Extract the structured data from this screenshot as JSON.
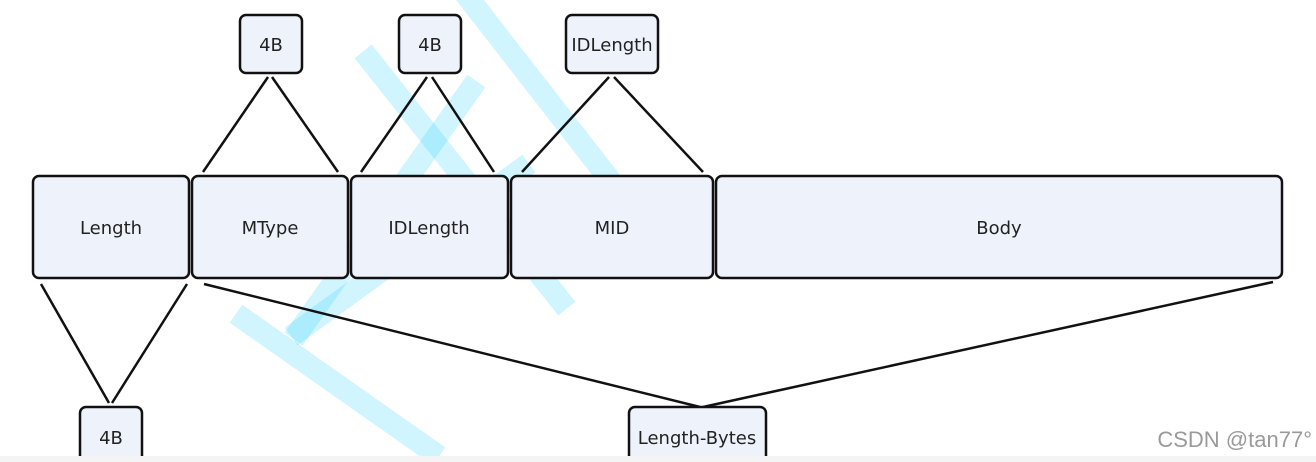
{
  "fields": [
    {
      "id": "length",
      "label": "Length"
    },
    {
      "id": "mtype",
      "label": "MType"
    },
    {
      "id": "idlength",
      "label": "IDLength"
    },
    {
      "id": "mid",
      "label": "MID"
    },
    {
      "id": "body",
      "label": "Body"
    }
  ],
  "size_annotations": [
    {
      "id": "mtype-size",
      "label": "4B",
      "describes": "MType"
    },
    {
      "id": "idlength-size",
      "label": "4B",
      "describes": "IDLength"
    },
    {
      "id": "mid-size",
      "label": "IDLength",
      "describes": "MID"
    },
    {
      "id": "length-size",
      "label": "4B",
      "describes": "Length"
    },
    {
      "id": "body-span-size",
      "label": "Length-Bytes",
      "describes": "MType..Body"
    }
  ],
  "credit": "CSDN @tan77°"
}
